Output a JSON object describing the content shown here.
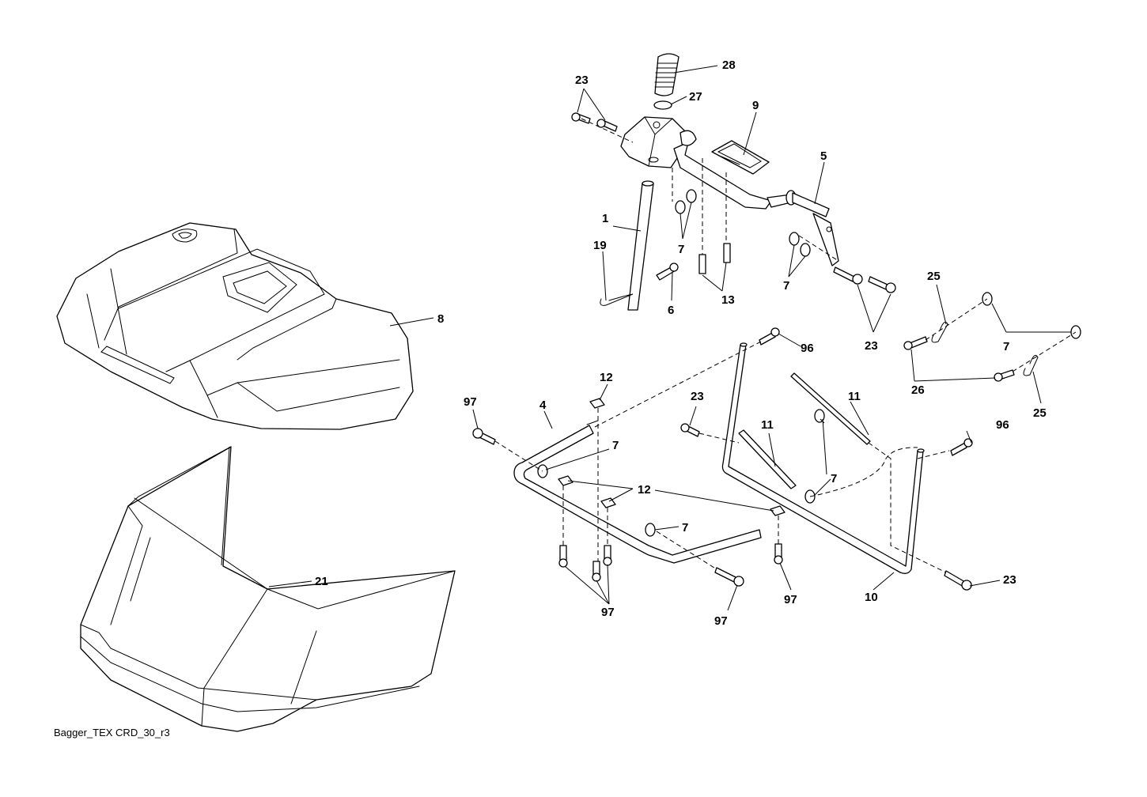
{
  "drawing_id": "Bagger_TEX CRD_30_r3",
  "callouts": {
    "c1": "1",
    "c4": "4",
    "c5": "5",
    "c6": "6",
    "c7": "7",
    "c8": "8",
    "c9": "9",
    "c10": "10",
    "c11": "11",
    "c12": "12",
    "c13": "13",
    "c19": "19",
    "c21": "21",
    "c23": "23",
    "c25": "25",
    "c26": "26",
    "c27": "27",
    "c28": "28",
    "c96": "96",
    "c97": "97"
  }
}
